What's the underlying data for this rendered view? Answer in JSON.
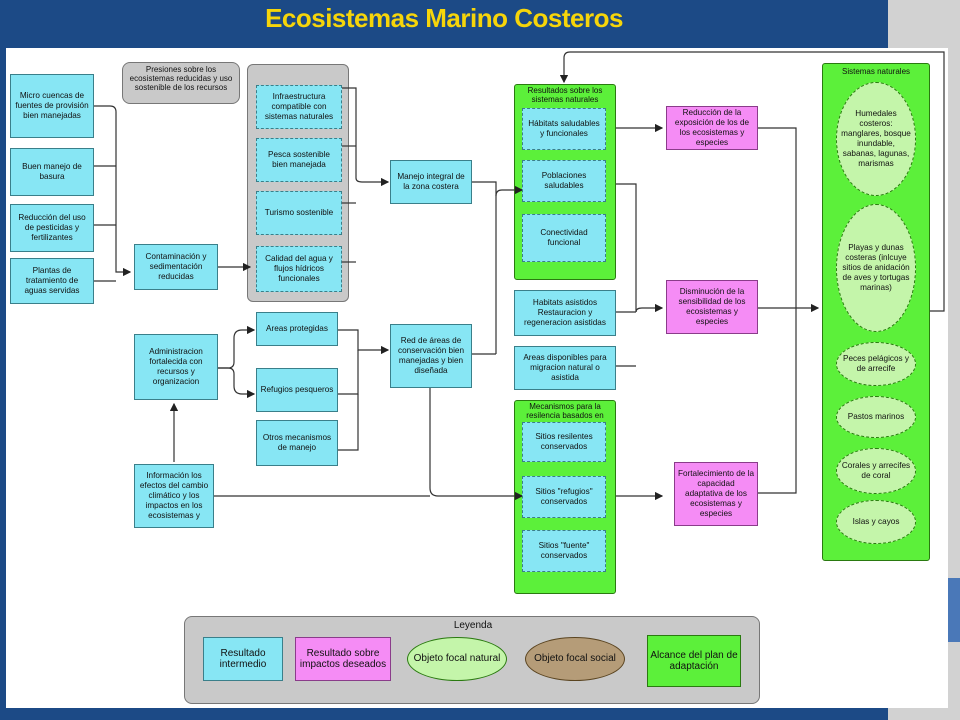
{
  "title": "Ecosistemas Marino Costeros",
  "colors": {
    "intermediate": "#87e6f4",
    "impact": "#f58cf5",
    "natural": "#c4f5aa",
    "social": "#b59c78",
    "scope": "#5cf03a",
    "accent_title": "#f6d50a"
  },
  "nodes": {
    "micro_cuencas": "Micro cuencas de fuentes de provisión bien manejadas",
    "buen_manejo": "Buen manejo de basura",
    "reduccion_pesticidas": "Reducción del uso de pesticidas y fertilizantes",
    "plantas_tratamiento": "Plantas de tratamiento de aguas servidas",
    "contaminacion": "Contaminación y sedimentación reducidas",
    "presiones": "Presiones sobre los ecosistemas reducidas y uso sostenible de los recursos",
    "infraestructura": "Infraestructura compatible con sistemas naturales",
    "pesca": "Pesca sostenible bien manejada",
    "turismo": "Turismo sostenible",
    "calidad_agua": "Calidad del agua y flujos hídricos funcionales",
    "manejo_integral": "Manejo integral de la zona costera",
    "red_areas": "Red de áreas de conservación bien manejadas y bien diseñada",
    "areas_protegidas": "Areas protegidas",
    "refugios": "Refugios pesqueros",
    "otros_mecanismos": "Otros mecanismos de manejo",
    "administracion": "Administracion fortalecida con recursos y organizacion",
    "informacion": "Información los efectos del cambio climático y los impactos en los ecosistemas y",
    "resultados_title": "Resultados sobre los sistemas naturales",
    "habitats": "Hábitats saludables y funcionales",
    "poblaciones": "Poblaciones saludables",
    "conectividad": "Conectividad funcional",
    "habitats_asistidos": "Habitats asistidos Restauracion y regeneracion asistidas",
    "areas_disponibles": "Areas disponibles para migracion natural o asistida",
    "mecanismos_title": "Mecanismos para la resilencia basados en",
    "sitios_resilentes": "Sitios resilentes conservados",
    "sitios_refugios": "Sitios \"refugios\" conservados",
    "sitios_fuente": "Sitios \"fuente\" conservados",
    "reduccion_exposicion": "Reducción de la exposición de los de los ecosistemas y especies",
    "disminucion": "Disminución de la sensibilidad de los ecosistemas y especies",
    "fortalecimiento": "Fortalecimiento de la capacidad adaptativa de los ecosistemas y especies",
    "sistemas_title": "Sistemas naturales",
    "humedales": "Humedales costeros: manglares, bosque inundable, sabanas, lagunas, marismas",
    "playas": "Playas y dunas costeras (inlcuye sitios de anidación de aves y tortugas marinas)",
    "peces": "Peces pelágicos y de arrecife",
    "pastos": "Pastos marinos",
    "corales": "Corales y arrecifes de coral",
    "islas": "Islas y cayos"
  },
  "legend": {
    "title": "Leyenda",
    "intermedio": "Resultado intermedio",
    "impactos": "Resultado sobre impactos deseados",
    "natural": "Objeto focal natural",
    "social": "Objeto focal social",
    "alcance": "Alcance del plan de adaptación"
  }
}
